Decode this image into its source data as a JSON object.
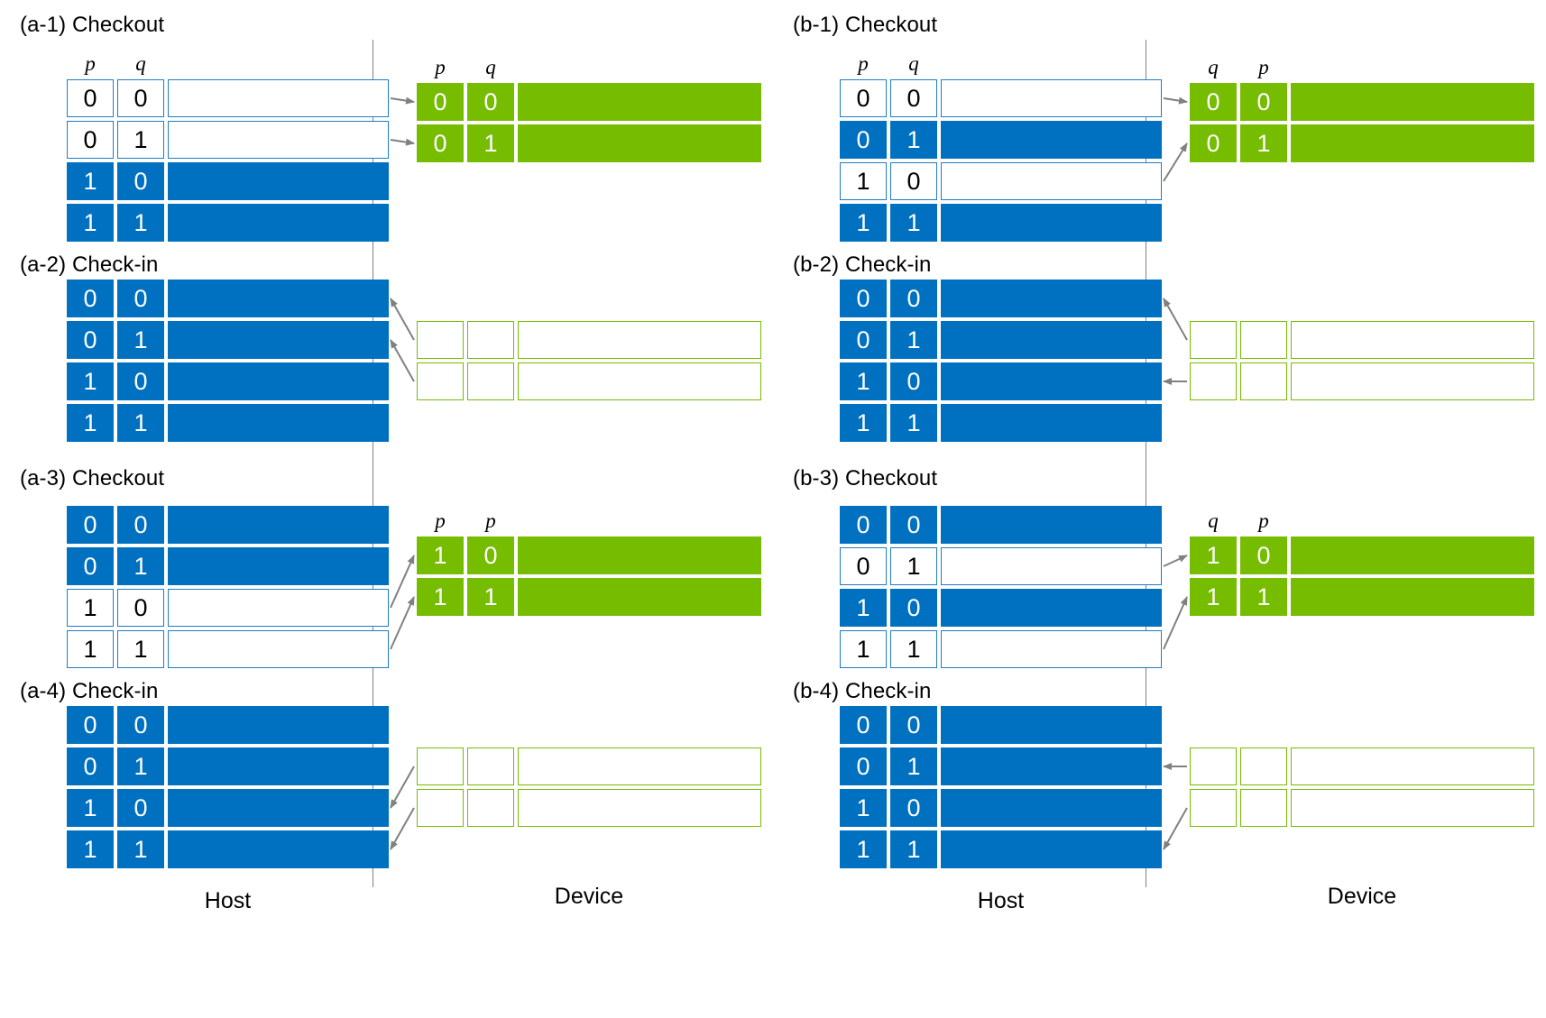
{
  "figure": {
    "blue_color": "#0070C0",
    "green_color": "#76BC00",
    "arrow_color": "#808080",
    "divider_color": "#808080"
  },
  "footers": {
    "host": "Host",
    "device": "Device"
  },
  "columns": [
    {
      "id": "a",
      "panels": [
        {
          "id": "a-1",
          "title": "(a-1) Checkout",
          "host": {
            "headers": [
              "p",
              "q"
            ],
            "rows": [
              {
                "values": [
                  "0",
                  "0"
                ],
                "state": "empty"
              },
              {
                "values": [
                  "0",
                  "1"
                ],
                "state": "empty"
              },
              {
                "values": [
                  "1",
                  "0"
                ],
                "state": "filled"
              },
              {
                "values": [
                  "1",
                  "1"
                ],
                "state": "filled"
              }
            ]
          },
          "device": {
            "headers": [
              "p",
              "q"
            ],
            "rows": [
              {
                "values": [
                  "0",
                  "0"
                ],
                "state": "filled"
              },
              {
                "values": [
                  "0",
                  "1"
                ],
                "state": "filled"
              }
            ]
          },
          "arrows": [
            {
              "direction": "host-to-device",
              "from_row": 0,
              "to_row": 0
            },
            {
              "direction": "host-to-device",
              "from_row": 1,
              "to_row": 1
            }
          ]
        },
        {
          "id": "a-2",
          "title": "(a-2) Check-in",
          "host": {
            "headers": [],
            "rows": [
              {
                "values": [
                  "0",
                  "0"
                ],
                "state": "filled"
              },
              {
                "values": [
                  "0",
                  "1"
                ],
                "state": "filled"
              },
              {
                "values": [
                  "1",
                  "0"
                ],
                "state": "filled"
              },
              {
                "values": [
                  "1",
                  "1"
                ],
                "state": "filled"
              }
            ]
          },
          "device": {
            "headers": [],
            "rows": [
              {
                "values": [
                  "",
                  ""
                ],
                "state": "empty"
              },
              {
                "values": [
                  "",
                  ""
                ],
                "state": "empty"
              }
            ]
          },
          "arrows": [
            {
              "direction": "device-to-host",
              "from_row": 0,
              "to_row": 0
            },
            {
              "direction": "device-to-host",
              "from_row": 1,
              "to_row": 1
            }
          ]
        },
        {
          "id": "a-3",
          "title": "(a-3) Checkout",
          "host": {
            "headers": [],
            "rows": [
              {
                "values": [
                  "0",
                  "0"
                ],
                "state": "filled"
              },
              {
                "values": [
                  "0",
                  "1"
                ],
                "state": "filled"
              },
              {
                "values": [
                  "1",
                  "0"
                ],
                "state": "empty"
              },
              {
                "values": [
                  "1",
                  "1"
                ],
                "state": "empty"
              }
            ]
          },
          "device": {
            "headers": [
              "p",
              "p"
            ],
            "rows": [
              {
                "values": [
                  "1",
                  "0"
                ],
                "state": "filled"
              },
              {
                "values": [
                  "1",
                  "1"
                ],
                "state": "filled"
              }
            ]
          },
          "arrows": [
            {
              "direction": "host-to-device",
              "from_row": 2,
              "to_row": 0
            },
            {
              "direction": "host-to-device",
              "from_row": 3,
              "to_row": 1
            }
          ]
        },
        {
          "id": "a-4",
          "title": "(a-4) Check-in",
          "host": {
            "headers": [],
            "rows": [
              {
                "values": [
                  "0",
                  "0"
                ],
                "state": "filled"
              },
              {
                "values": [
                  "0",
                  "1"
                ],
                "state": "filled"
              },
              {
                "values": [
                  "1",
                  "0"
                ],
                "state": "filled"
              },
              {
                "values": [
                  "1",
                  "1"
                ],
                "state": "filled"
              }
            ]
          },
          "device": {
            "headers": [],
            "rows": [
              {
                "values": [
                  "",
                  ""
                ],
                "state": "empty"
              },
              {
                "values": [
                  "",
                  ""
                ],
                "state": "empty"
              }
            ]
          },
          "arrows": [
            {
              "direction": "device-to-host",
              "from_row": 0,
              "to_row": 2
            },
            {
              "direction": "device-to-host",
              "from_row": 1,
              "to_row": 3
            }
          ]
        }
      ]
    },
    {
      "id": "b",
      "panels": [
        {
          "id": "b-1",
          "title": "(b-1) Checkout",
          "host": {
            "headers": [
              "p",
              "q"
            ],
            "rows": [
              {
                "values": [
                  "0",
                  "0"
                ],
                "state": "empty"
              },
              {
                "values": [
                  "0",
                  "1"
                ],
                "state": "filled"
              },
              {
                "values": [
                  "1",
                  "0"
                ],
                "state": "empty"
              },
              {
                "values": [
                  "1",
                  "1"
                ],
                "state": "filled"
              }
            ]
          },
          "device": {
            "headers": [
              "q",
              "p"
            ],
            "rows": [
              {
                "values": [
                  "0",
                  "0"
                ],
                "state": "filled"
              },
              {
                "values": [
                  "0",
                  "1"
                ],
                "state": "filled"
              }
            ]
          },
          "arrows": [
            {
              "direction": "host-to-device",
              "from_row": 0,
              "to_row": 0
            },
            {
              "direction": "host-to-device",
              "from_row": 2,
              "to_row": 1
            }
          ]
        },
        {
          "id": "b-2",
          "title": "(b-2) Check-in",
          "host": {
            "headers": [],
            "rows": [
              {
                "values": [
                  "0",
                  "0"
                ],
                "state": "filled"
              },
              {
                "values": [
                  "0",
                  "1"
                ],
                "state": "filled"
              },
              {
                "values": [
                  "1",
                  "0"
                ],
                "state": "filled"
              },
              {
                "values": [
                  "1",
                  "1"
                ],
                "state": "filled"
              }
            ]
          },
          "device": {
            "headers": [],
            "rows": [
              {
                "values": [
                  "",
                  ""
                ],
                "state": "empty"
              },
              {
                "values": [
                  "",
                  ""
                ],
                "state": "empty"
              }
            ]
          },
          "arrows": [
            {
              "direction": "device-to-host",
              "from_row": 0,
              "to_row": 0
            },
            {
              "direction": "device-to-host",
              "from_row": 1,
              "to_row": 2
            }
          ]
        },
        {
          "id": "b-3",
          "title": "(b-3) Checkout",
          "host": {
            "headers": [],
            "rows": [
              {
                "values": [
                  "0",
                  "0"
                ],
                "state": "filled"
              },
              {
                "values": [
                  "0",
                  "1"
                ],
                "state": "empty"
              },
              {
                "values": [
                  "1",
                  "0"
                ],
                "state": "filled"
              },
              {
                "values": [
                  "1",
                  "1"
                ],
                "state": "empty"
              }
            ]
          },
          "device": {
            "headers": [
              "q",
              "p"
            ],
            "rows": [
              {
                "values": [
                  "1",
                  "0"
                ],
                "state": "filled"
              },
              {
                "values": [
                  "1",
                  "1"
                ],
                "state": "filled"
              }
            ]
          },
          "arrows": [
            {
              "direction": "host-to-device",
              "from_row": 1,
              "to_row": 0
            },
            {
              "direction": "host-to-device",
              "from_row": 3,
              "to_row": 1
            }
          ]
        },
        {
          "id": "b-4",
          "title": "(b-4) Check-in",
          "host": {
            "headers": [],
            "rows": [
              {
                "values": [
                  "0",
                  "0"
                ],
                "state": "filled"
              },
              {
                "values": [
                  "0",
                  "1"
                ],
                "state": "filled"
              },
              {
                "values": [
                  "1",
                  "0"
                ],
                "state": "filled"
              },
              {
                "values": [
                  "1",
                  "1"
                ],
                "state": "filled"
              }
            ]
          },
          "device": {
            "headers": [],
            "rows": [
              {
                "values": [
                  "",
                  ""
                ],
                "state": "empty"
              },
              {
                "values": [
                  "",
                  ""
                ],
                "state": "empty"
              }
            ]
          },
          "arrows": [
            {
              "direction": "device-to-host",
              "from_row": 0,
              "to_row": 1
            },
            {
              "direction": "device-to-host",
              "from_row": 1,
              "to_row": 3
            }
          ]
        }
      ]
    }
  ]
}
